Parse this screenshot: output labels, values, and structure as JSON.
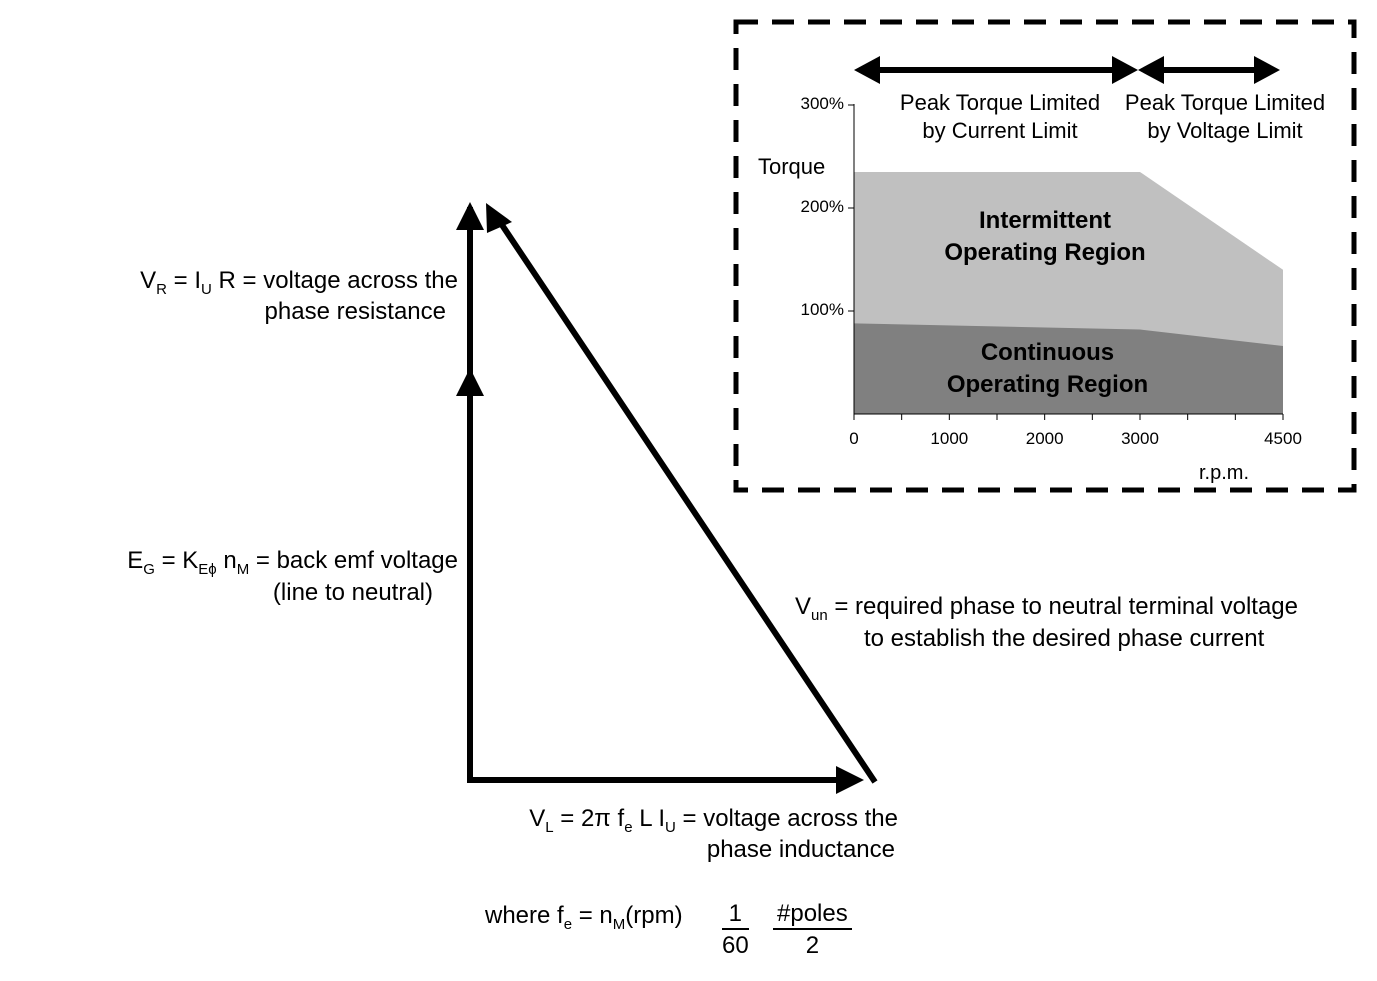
{
  "vr_label": {
    "main": "V",
    "sub1": "R",
    "mid": " = I",
    "sub2": "U",
    "rest": " R = voltage across the",
    "line2": "phase resistance"
  },
  "eg_label": {
    "main": "E",
    "sub1": "G",
    "mid": " = K",
    "sub2": "Eϕ",
    "mid2": " n",
    "sub3": "M",
    "rest": " = back emf voltage",
    "line2": "(line to neutral)"
  },
  "vl_label": {
    "main": "V",
    "sub1": "L",
    "mid": " = 2π f",
    "sub2": "e",
    "mid2": " L I",
    "sub3": "U",
    "rest": " = voltage across the",
    "line2": "phase inductance"
  },
  "vun_label": {
    "main": "V",
    "sub1": "un",
    "rest": " = required phase to neutral terminal voltage",
    "line2": "to establish the desired phase current"
  },
  "where_label": {
    "prefix": "where f",
    "sub1": "e",
    "mid": " = n",
    "sub2": "M",
    "rest": "(rpm)",
    "frac1_num": "1",
    "frac1_den": "60",
    "frac2_num": "#poles",
    "frac2_den": "2"
  },
  "chart_data": {
    "type": "area",
    "ylabel": "Torque",
    "xlabel": "r.p.m.",
    "x_ticks": [
      "0",
      "1000",
      "2000",
      "3000",
      "4500"
    ],
    "y_ticks": [
      "300%",
      "200%",
      "100%"
    ],
    "xlim": [
      0,
      4500
    ],
    "ylim": [
      0,
      300
    ],
    "series": [
      {
        "name": "Intermittent Operating Region",
        "x": [
          0,
          3000,
          4500
        ],
        "y": [
          235,
          235,
          140
        ],
        "color": "#c0c0c0"
      },
      {
        "name": "Continuous Operating Region",
        "x": [
          0,
          3000,
          4500
        ],
        "y": [
          88,
          82,
          66
        ],
        "color": "#808080"
      }
    ],
    "annotations": [
      {
        "text": "Peak Torque Limited by Current Limit",
        "x_range": [
          0,
          3000
        ]
      },
      {
        "text": "Peak Torque Limited by Voltage Limit",
        "x_range": [
          3000,
          4500
        ]
      }
    ],
    "region_labels": {
      "intermittent": [
        "Intermittent",
        "Operating Region"
      ],
      "continuous": [
        "Continuous",
        "Operating Region"
      ]
    },
    "peak_labels": {
      "current": [
        "Peak Torque Limited",
        "by Current Limit"
      ],
      "voltage": [
        "Peak Torque Limited",
        "by Voltage Limit"
      ]
    }
  }
}
